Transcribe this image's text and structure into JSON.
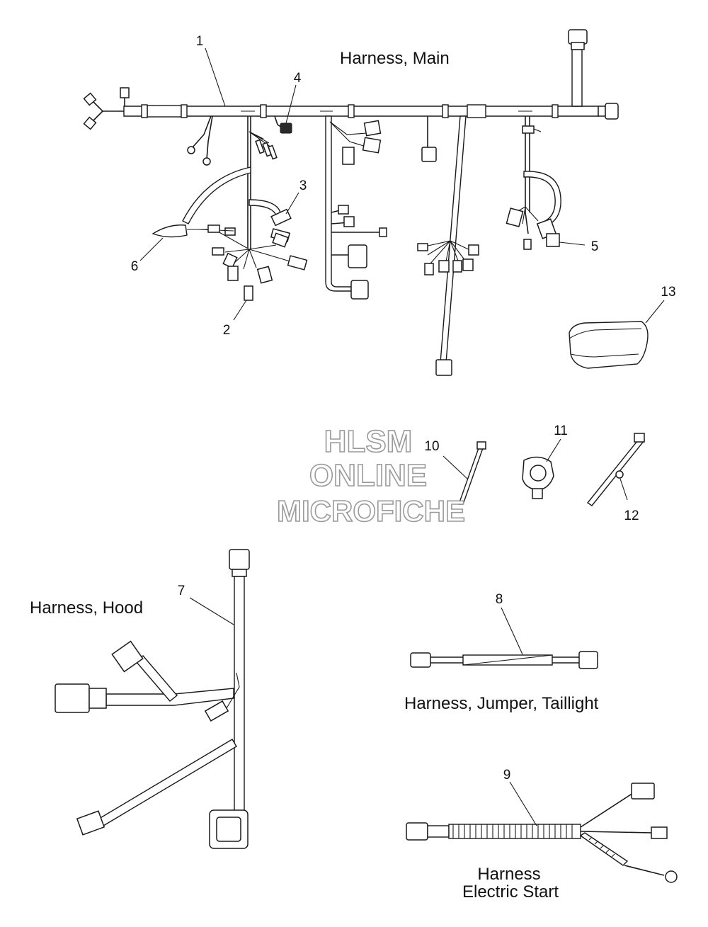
{
  "titles": {
    "main": "Harness, Main",
    "hood": "Harness, Hood",
    "jumper": "Harness, Jumper, Taillight",
    "electric_start_line1": "Harness",
    "electric_start_line2": "Electric Start"
  },
  "watermark": {
    "line1": "HLSM",
    "line2": "ONLINE",
    "line3": "MICROFICHE"
  },
  "callouts": {
    "c1": "1",
    "c2": "2",
    "c3": "3",
    "c4": "4",
    "c5": "5",
    "c6": "6",
    "c7": "7",
    "c8": "8",
    "c9": "9",
    "c10": "10",
    "c11": "11",
    "c12": "12",
    "c13": "13"
  }
}
